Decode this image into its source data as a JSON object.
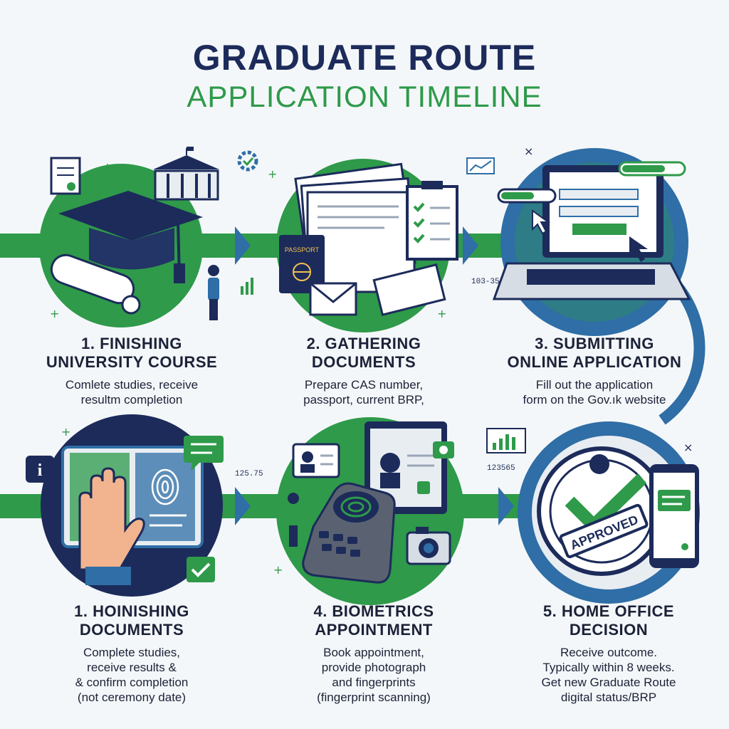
{
  "title": {
    "line1": "GRADUATE ROUTE",
    "line2": "APPLICATION TIMELINE"
  },
  "colors": {
    "navy": "#1c2b5a",
    "green": "#2e9a4a",
    "blue": "#2f6ea6",
    "background": "#f4f7f9"
  },
  "steps": [
    {
      "heading1": "1. FINISHING",
      "heading2": "UNIVERSITY COURSE",
      "body": [
        "Comlete studies, receive",
        "resultm completion"
      ]
    },
    {
      "heading1": "2. GATHERING",
      "heading2": "DOCUMENTS",
      "body": [
        "Prepare CAS number,",
        "passport, current BRP,"
      ]
    },
    {
      "heading1": "3. SUBMITTING",
      "heading2": "ONLINE APPLICATION",
      "body": [
        "Fill out the application",
        "form on the Gov.ık website"
      ]
    },
    {
      "heading1": "1. HOINISHING",
      "heading2": "DOCUMENTS",
      "body": [
        "Complete studies,",
        "receive results &",
        "& confirm completion",
        "(not ceremony date)"
      ]
    },
    {
      "heading1": "4. BIOMETRICS",
      "heading2": "APPOINTMENT",
      "body": [
        "Book appointment,",
        "provide photograph",
        "and fingerprints",
        "(fingerprint scanning)"
      ]
    },
    {
      "heading1": "5. HOME OFFICE",
      "heading2": "DECISION",
      "body": [
        "Receive outcome.",
        "Typically within 8 weeks.",
        "Get new Graduate Route",
        "digital status/BRP"
      ]
    }
  ],
  "illustration_labels": {
    "passport": "PASSPORT",
    "approved": "APPROVED",
    "code1": "103-35",
    "code2": "125.75",
    "code3": "123565"
  },
  "icons": [
    "graduation-cap-icon",
    "university-building-icon",
    "diploma-scroll-icon",
    "certificate-icon",
    "document-stack-icon",
    "clipboard-checklist-icon",
    "passport-icon",
    "envelope-icon",
    "laptop-form-icon",
    "cursor-icon",
    "hand-scan-icon",
    "fingerprint-icon",
    "biometric-terminal-icon",
    "camera-icon",
    "approved-stamp-icon",
    "smartphone-icon",
    "check-icon",
    "chat-bubble-icon",
    "info-icon",
    "gear-icon",
    "bar-chart-icon"
  ]
}
